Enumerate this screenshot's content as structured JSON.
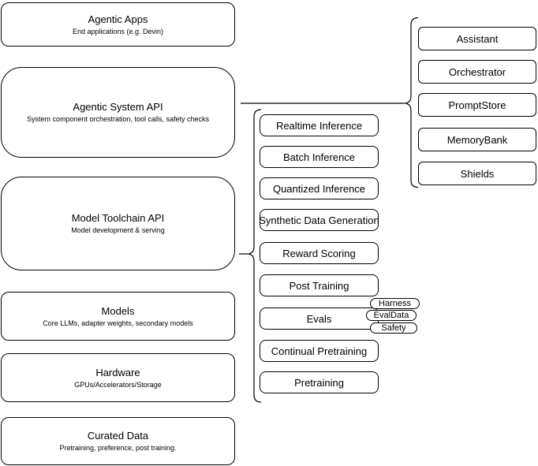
{
  "left_column": [
    {
      "title": "Agentic Apps",
      "subtitle": "End applications (e.g. Devin)"
    },
    {
      "title": "Agentic System API",
      "subtitle": "System component orchestration, tool calls, safety checks"
    },
    {
      "title": "Model Toolchain API",
      "subtitle": "Model development & serving"
    },
    {
      "title": "Models",
      "subtitle": "Core LLMs, adapter weights, secondary models"
    },
    {
      "title": "Hardware",
      "subtitle": "GPUs/Accelerators/Storage"
    },
    {
      "title": "Curated Data",
      "subtitle": "Pretraining, preference, post training."
    }
  ],
  "toolchain_services": [
    "Realtime Inference",
    "Batch Inference",
    "Quantized Inference",
    "Synthetic Data Generation",
    "Reward Scoring",
    "Post Training",
    "Evals",
    "Continual Pretraining",
    "Pretraining"
  ],
  "eval_tags": [
    "Harness",
    "EvalData",
    "Safety"
  ],
  "system_components": [
    "Assistant",
    "Orchestrator",
    "PromptStore",
    "MemoryBank",
    "Shields"
  ],
  "colors": {
    "stroke": "#000000",
    "fill": "#ffffff",
    "text": "#000000"
  }
}
